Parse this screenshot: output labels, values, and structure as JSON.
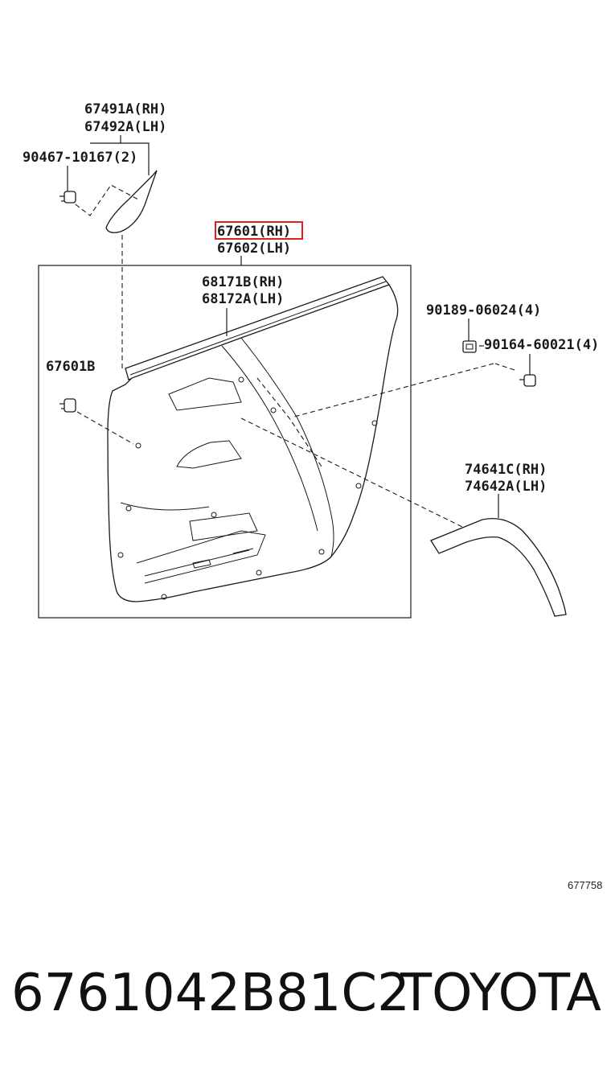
{
  "diagram": {
    "labels": {
      "l1": "67491A(RH)",
      "l2": "67492A(LH)",
      "l3": "90467-10167(2)",
      "l4": "67601(RH)",
      "l5": "67602(LH)",
      "l6": "68171B(RH)",
      "l7": "68172A(LH)",
      "l8": "90189-06024(4)",
      "l9": "90164-60021(4)",
      "l10": "67601B",
      "l11": "74641C(RH)",
      "l12": "74642A(LH)"
    },
    "highlight_color": "#e02020",
    "illustration_code": "677758"
  },
  "footer": {
    "part_number": "6761042B81C2",
    "brand": "TOYOTA"
  }
}
